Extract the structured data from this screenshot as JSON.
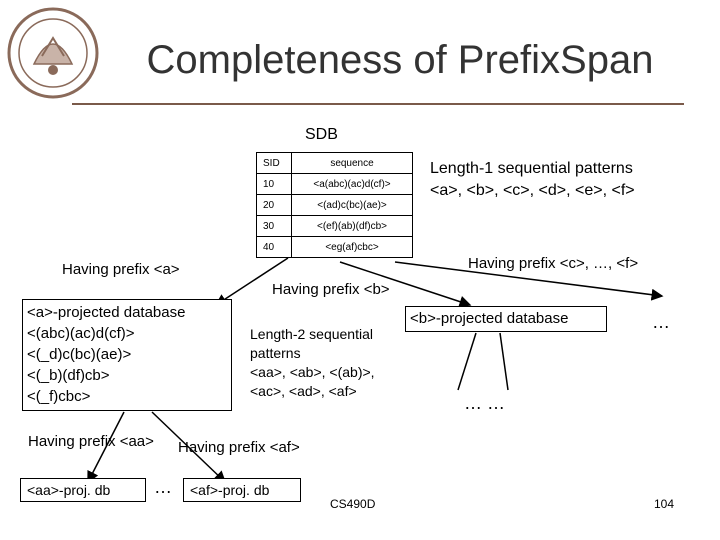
{
  "title": "Completeness of PrefixSpan",
  "sdb": {
    "label": "SDB",
    "headers": [
      "SID",
      "sequence"
    ],
    "rows": [
      [
        "10",
        "<a(abc)(ac)d(cf)>"
      ],
      [
        "20",
        "<(ad)c(bc)(ae)>"
      ],
      [
        "30",
        "<(ef)(ab)(df)cb>"
      ],
      [
        "40",
        "<eg(af)cbc>"
      ]
    ]
  },
  "length1": {
    "line1": "Length-1 sequential patterns",
    "line2": "<a>, <b>, <c>, <d>, <e>, <f>"
  },
  "prefix_a": "Having prefix <a>",
  "prefix_b": "Having prefix <b>",
  "prefix_cf": "Having prefix <c>, …, <f>",
  "a_projected": {
    "title": "<a>-projected database",
    "lines": [
      "<(abc)(ac)d(cf)>",
      "<(_d)c(bc)(ae)>",
      "<(_b)(df)cb>",
      "<(_f)cbc>"
    ]
  },
  "length2": {
    "lines": [
      "Length-2 sequential",
      "patterns",
      "<aa>, <ab>, <(ab)>,",
      "<ac>, <ad>, <af>"
    ]
  },
  "b_projected": "<b>-projected database",
  "ellipsis_right": "…",
  "ellipsis_b_children": "… …",
  "prefix_aa": "Having prefix <aa>",
  "prefix_af": "Having prefix <af>",
  "aa_proj": "<aa>-proj. db",
  "af_proj": "<af>-proj. db",
  "ellipsis_mid": "…",
  "footer_course": "CS490D",
  "footer_page": "104",
  "colors": {
    "title": "#333333",
    "rule": "#7a5a4a",
    "logo": "#8a6a5a"
  }
}
